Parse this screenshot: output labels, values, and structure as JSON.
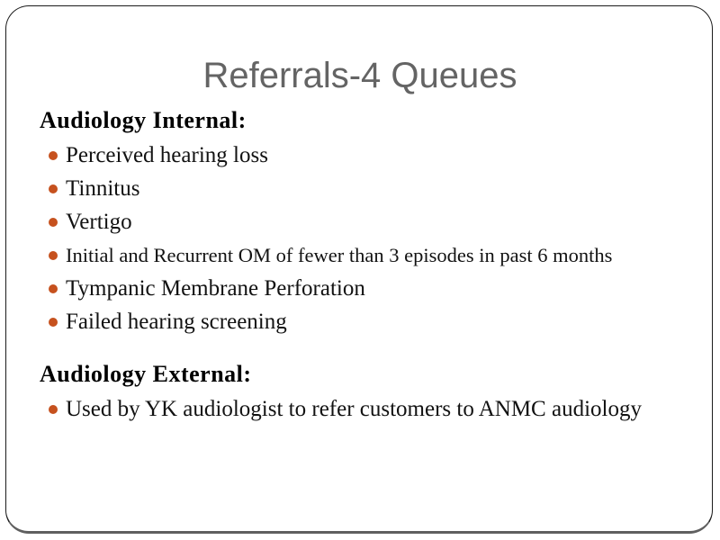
{
  "slide": {
    "title": "Referrals-4 Queues",
    "colors": {
      "accent_bullet": "#c6511e",
      "title_text": "#646464",
      "body_text": "#121212",
      "border": "#1c1c1c",
      "border_bottom": "#5f5f5f"
    },
    "sections": [
      {
        "heading": "Audiology Internal:",
        "items": [
          "Perceived hearing loss",
          "Tinnitus",
          "Vertigo",
          "Initial and Recurrent OM of fewer than 3 episodes in past 6 months",
          "Tympanic Membrane Perforation",
          "Failed hearing screening"
        ]
      },
      {
        "heading": "Audiology External:",
        "items": [
          "Used by YK audiologist to refer customers to ANMC audiology"
        ]
      }
    ]
  }
}
